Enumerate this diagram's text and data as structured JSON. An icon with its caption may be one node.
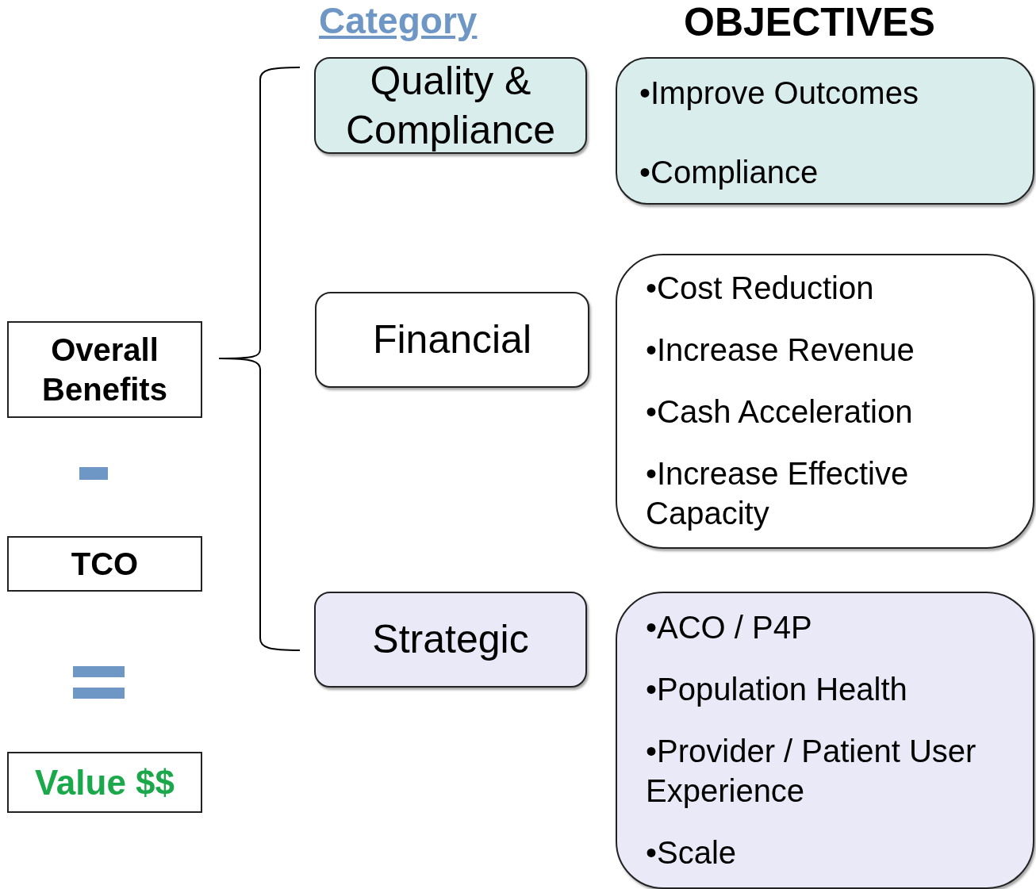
{
  "diagram": {
    "nodes": [
      {
        "text": [
          "Overall Benefits"
        ]
      },
      {
        "text": [
          "TCO"
        ]
      },
      {
        "text": [
          "Value $$"
        ]
      },
      {
        "text": [
          "Quality & Compliance"
        ]
      },
      {
        "text": [
          "•Improve Outcomes",
          "•Compliance"
        ]
      },
      {
        "text": [
          "Financial"
        ]
      },
      {
        "text": [
          "•Cost Reduction",
          "•Increase Revenue",
          "•Cash Acceleration",
          "•Increase Effective Capacity"
        ]
      },
      {
        "text": [
          "Strategic"
        ]
      },
      {
        "text": [
          "•ACO / P4P",
          "•Population Health",
          "•Provider / Patient User Experience",
          "•Scale"
        ]
      }
    ],
    "labels": [
      "Category",
      "OBJECTIVES"
    ]
  }
}
